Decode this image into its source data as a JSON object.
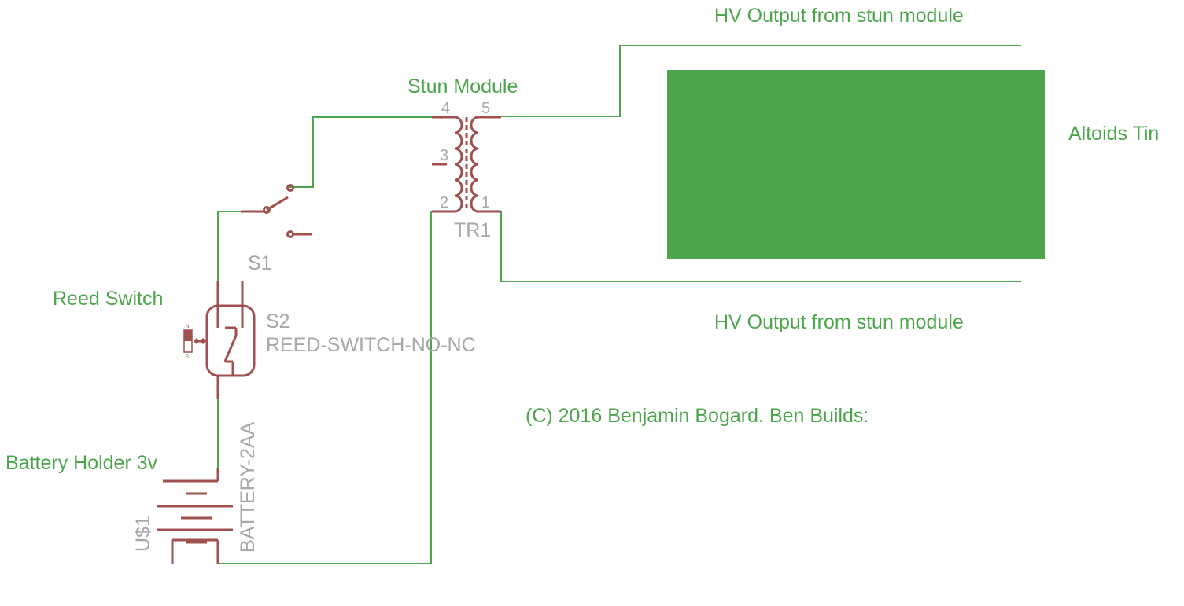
{
  "labels": {
    "hv_output_top": "HV Output from stun module",
    "hv_output_bottom": "HV Output from stun module",
    "stun_module": "Stun Module",
    "altoids_tin": "Altoids Tin",
    "reed_switch": "Reed Switch",
    "battery_holder": "Battery Holder 3v",
    "copyright": "(C) 2016 Benjamin Bogard. Ben Builds:"
  },
  "parts": {
    "transformer": {
      "name": "TR1",
      "pins": [
        "4",
        "5",
        "3",
        "2",
        "1"
      ]
    },
    "switch": {
      "name": "S1"
    },
    "reed": {
      "name": "S2",
      "value": "REED-SWITCH-NO-NC",
      "magnet_n": "N",
      "magnet_s": "S"
    },
    "battery": {
      "name": "U$1",
      "value": "BATTERY-2AA"
    }
  },
  "colors": {
    "wire": "#4ca54c",
    "symbol": "#a0504f",
    "part_text": "#a8a8a8",
    "tin_fill": "#4ca54c"
  }
}
